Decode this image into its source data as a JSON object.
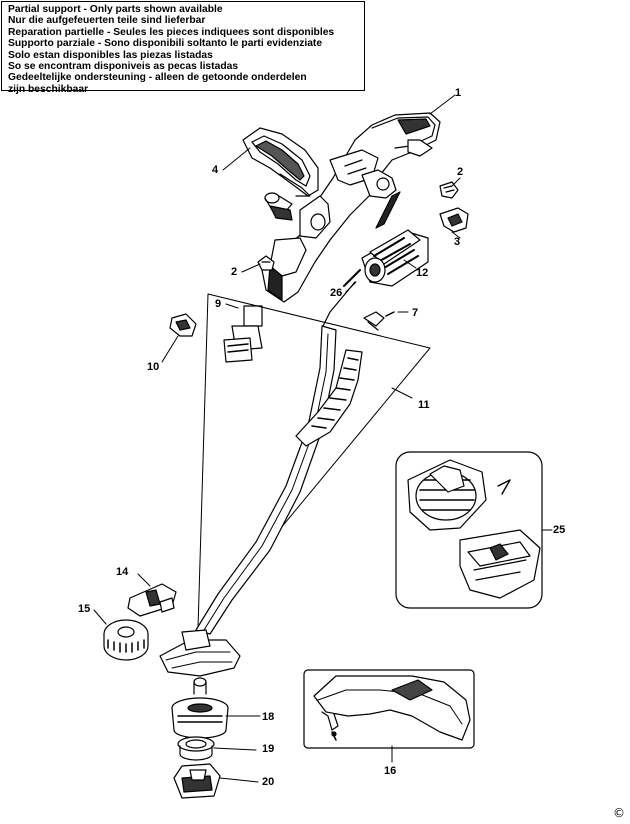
{
  "notice": {
    "lines": [
      "Partial support - Only parts shown available",
      "Nur die aufgefeuerten teile sind lieferbar",
      "Reparation partielle - Seules les pieces indiquees sont disponibles",
      "Supporto parziale - Sono disponibili soltanto le parti evidenziate",
      "Solo estan disponibles las piezas listadas",
      "So se encontram disponiveis as pecas listadas",
      "Gedeeltelijke ondersteuning - alleen de getoonde onderdelen",
      "zijn beschikbaar"
    ]
  },
  "parts": {
    "p1": "1",
    "p2a": "2",
    "p2b": "2",
    "p3": "3",
    "p4": "4",
    "p7": "7",
    "p9": "9",
    "p10": "10",
    "p11": "11",
    "p12": "12",
    "p14": "14",
    "p15": "15",
    "p16": "16",
    "p18": "18",
    "p19": "19",
    "p20": "20",
    "p25": "25",
    "p26": "26"
  },
  "copyright": "©"
}
